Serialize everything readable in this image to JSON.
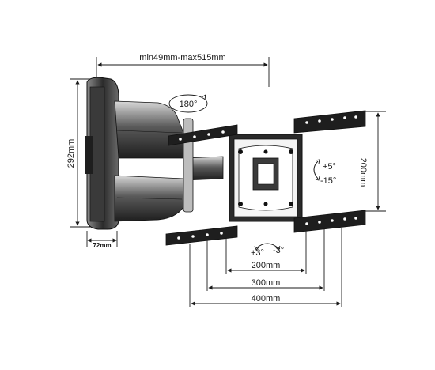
{
  "dimensions": {
    "extension": "min49mm-max515mm",
    "rotation": "180°",
    "height_total": "292mm",
    "depth_base": "72mm",
    "vesa_vertical": "200mm",
    "tilt_up": "+5°",
    "tilt_down": "-15°",
    "swivel_left": "+3°",
    "swivel_right": "-3°",
    "vesa_horizontal": [
      "200mm",
      "300mm",
      "400mm"
    ]
  }
}
